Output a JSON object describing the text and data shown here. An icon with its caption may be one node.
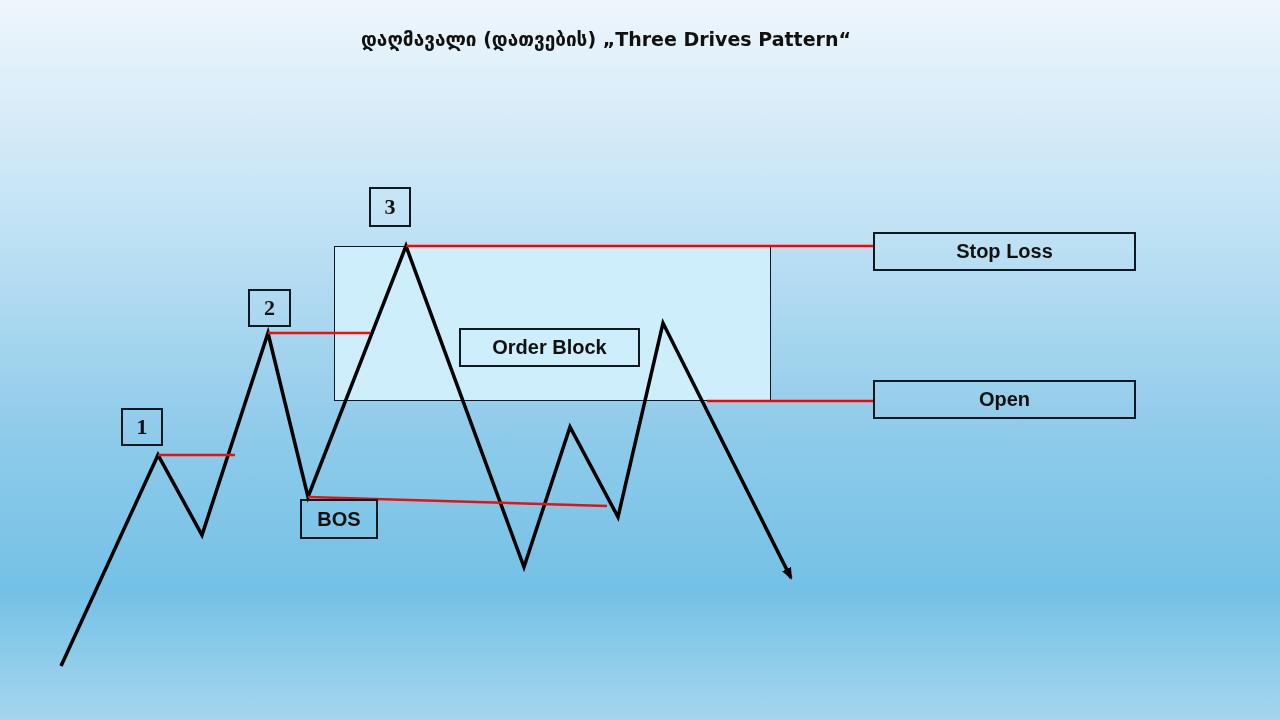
{
  "diagram": {
    "title": "დაღმავალი (დათვების) „Three Drives Pattern“",
    "nodes": [
      {
        "text": [
          "1"
        ]
      },
      {
        "text": [
          "2"
        ]
      },
      {
        "text": [
          "3"
        ]
      },
      {
        "text": [],
        "shape": "box"
      },
      {
        "text": [
          "Order Block"
        ],
        "in": 3
      },
      {
        "text": [
          "BOS"
        ]
      },
      {
        "text": [
          "Stop Loss"
        ]
      },
      {
        "text": [
          "Open"
        ]
      }
    ],
    "edges": [
      {
        "from": 3,
        "to": 6,
        "arrow": "none",
        "color": "#ff0000"
      },
      {
        "from": 3,
        "to": 7,
        "arrow": "none",
        "color": "#ff0000"
      }
    ]
  }
}
